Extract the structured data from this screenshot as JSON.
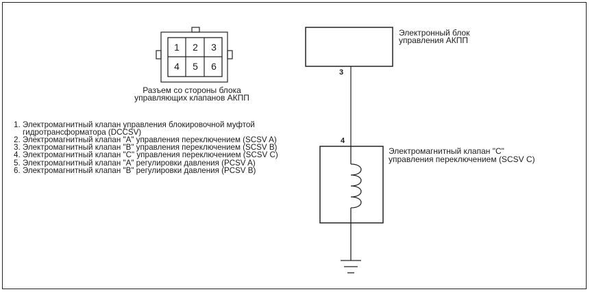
{
  "connector": {
    "caption_line1": "Разъем со стороны блока",
    "caption_line2": "управляющих клапанов АКПП",
    "pins": [
      "1",
      "2",
      "3",
      "4",
      "5",
      "6"
    ]
  },
  "legend": [
    "1. Электромагнитный клапан управления блокировочной муфтой",
    "гидротрансформатора (DCCSV)",
    "2. Электромагнитный клапан \"A\" управления переключением (SCSV A)",
    "3. Электромагнитный клапан \"B\" управления переключением (SCSV B)",
    "4. Электромагнитный клапан \"C\" управления переключением (SCSV C)",
    "5. Электромагнитный клапан \"A\" регулировки давления (PCSV A)",
    "6. Электромагнитный клапан \"B\" регулировки давления (PCSV B)"
  ],
  "ecu": {
    "label_line1": "Электронный блок",
    "label_line2": "управления АКПП",
    "pin": "3"
  },
  "solenoid": {
    "label_line1": "Электромагнитный клапан \"C\"",
    "label_line2": "управления переключением (SCSV C)",
    "pin": "4"
  }
}
